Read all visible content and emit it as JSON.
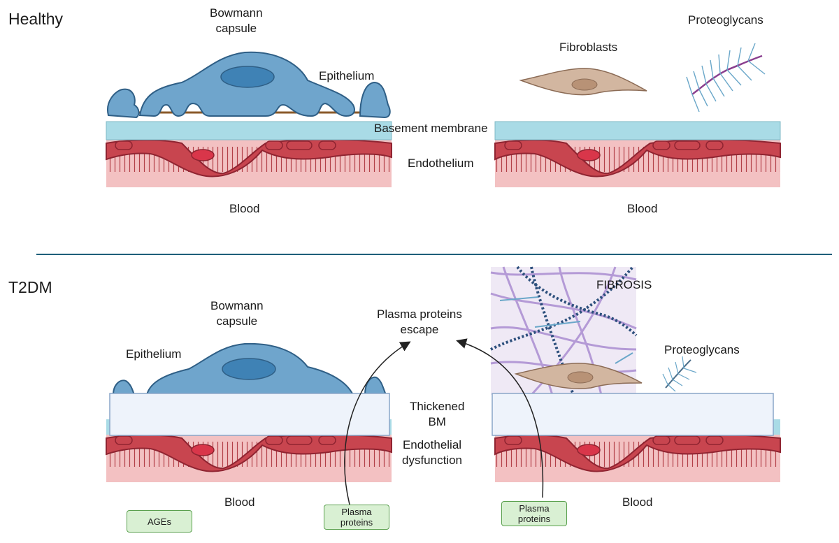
{
  "sections": {
    "healthy": "Healthy",
    "t2dm": "T2DM"
  },
  "healthy": {
    "bowmann_capsule": [
      "Bowmann",
      "capsule"
    ],
    "epithelium": "Epithelium",
    "fibroblasts": "Fibroblasts",
    "proteoglycans": "Proteoglycans",
    "basement_membrane": "Basement membrane",
    "endothelium": "Endothelium",
    "blood_left": "Blood",
    "blood_right": "Blood"
  },
  "t2dm": {
    "bowmann_capsule": [
      "Bowmann",
      "capsule"
    ],
    "epithelium": "Epithelium",
    "plasma_escape": [
      "Plasma proteins",
      "escape"
    ],
    "fibrosis": "FIBROSIS",
    "proteoglycans": "Proteoglycans",
    "thickened_bm": [
      "Thickened",
      "BM"
    ],
    "endothelial_dysfunction": [
      "Endothelial",
      "dysfunction"
    ],
    "blood_left": "Blood",
    "blood_right": "Blood",
    "ages": "AGEs",
    "plasma_proteins_left": [
      "Plasma",
      "proteins"
    ],
    "plasma_proteins_right": [
      "Plasma",
      "proteins"
    ]
  },
  "colors": {
    "epithelium": "#6fa5cc",
    "basement_membrane": "#a9dbe6",
    "thickened_bm": "#eef3fb",
    "endothelium": "#c8454f",
    "blood": "#f3c1c2",
    "fibroblast": "#d2b6a0",
    "fibrosis_bg": "#efe9f5",
    "label_box": "#d9f0d3",
    "divider": "#1f5f7a"
  }
}
